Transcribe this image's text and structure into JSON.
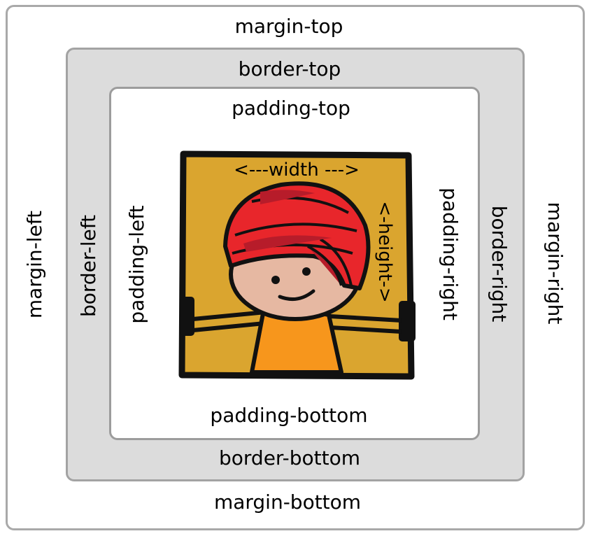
{
  "labels": {
    "margin_top": "margin-top",
    "margin_bottom": "margin-bottom",
    "margin_left": "margin-left",
    "margin_right": "margin-right",
    "border_top": "border-top",
    "border_bottom": "border-bottom",
    "border_left": "border-left",
    "border_right": "border-right",
    "padding_top": "padding-top",
    "padding_bottom": "padding-bottom",
    "padding_left": "padding-left",
    "padding_right": "padding-right",
    "width": "<---width --->",
    "height": "<-height->"
  },
  "icons": {
    "content": "boy-with-turban-illustration"
  },
  "colors": {
    "margin_area": "#ffffff",
    "border_area": "#dcdcdc",
    "padding_area": "#ffffff",
    "content_background": "#daa52f",
    "turban_red": "#e8262b",
    "turban_dark": "#b71c2a",
    "skin": "#e6b8a2",
    "shirt": "#f7961c",
    "outline": "#111111"
  }
}
